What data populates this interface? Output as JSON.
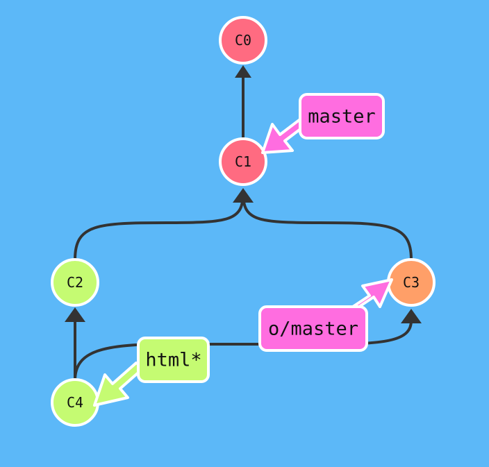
{
  "colors": {
    "background": "#5cb8f8",
    "edge": "#333333",
    "node_border": "#ffffff",
    "commit_main": "#ff6b81",
    "commit_branch": "#c5fb72",
    "commit_remote": "#ff9f68",
    "ref_local": "#ff6de0",
    "ref_html": "#c5fb72",
    "ref_remote": "#ff6de0"
  },
  "commits": {
    "c0": "C0",
    "c1": "C1",
    "c2": "C2",
    "c3": "C3",
    "c4": "C4"
  },
  "refs": {
    "master": "master",
    "html": "html*",
    "origin_master": "o/master"
  }
}
